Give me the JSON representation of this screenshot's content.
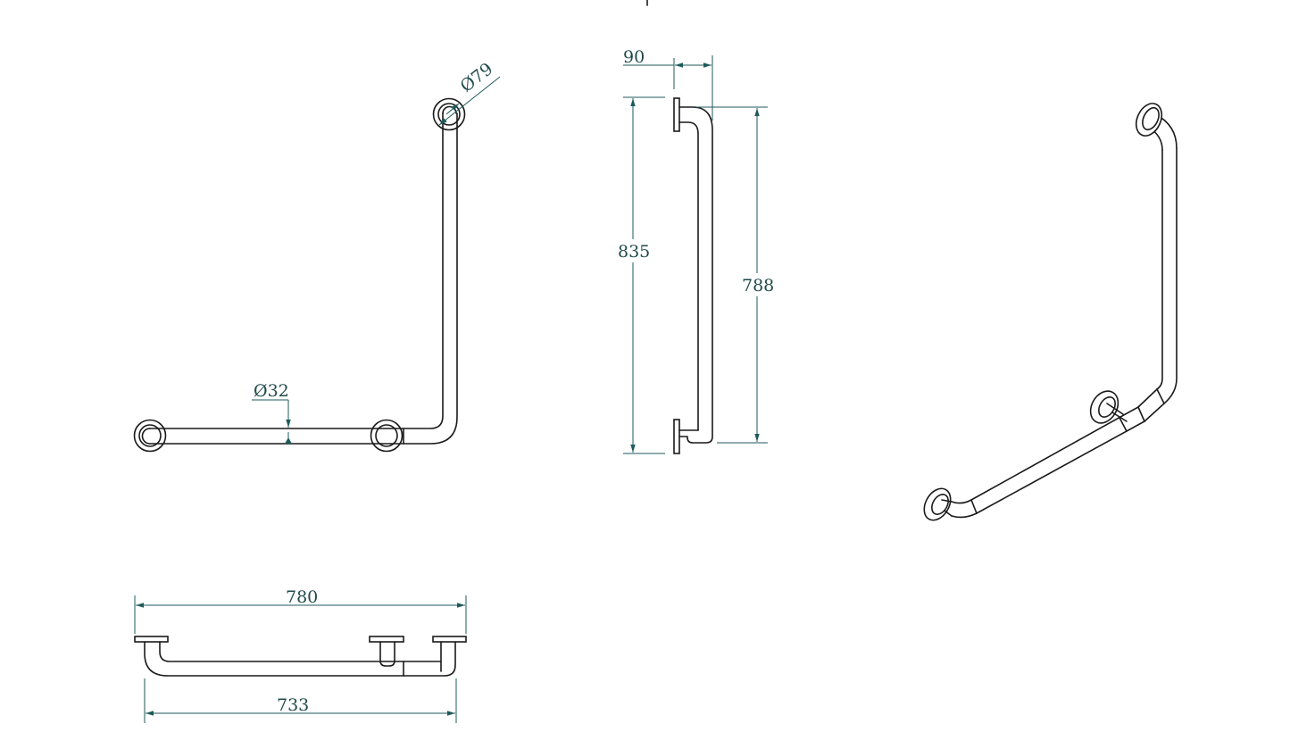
{
  "colors": {
    "part_stroke": "#1a1a1a",
    "dimension": "#1f5a5a",
    "dimension_text": "#1f4a4a",
    "background": "#ffffff"
  },
  "front_view": {
    "flange_diameter_label": "Ø79",
    "tube_diameter_label": "Ø32"
  },
  "side_view": {
    "projection_label": "90",
    "overall_height_label": "835",
    "tube_height_label": "788"
  },
  "top_view": {
    "overall_width_label": "780",
    "tube_width_label": "733"
  }
}
